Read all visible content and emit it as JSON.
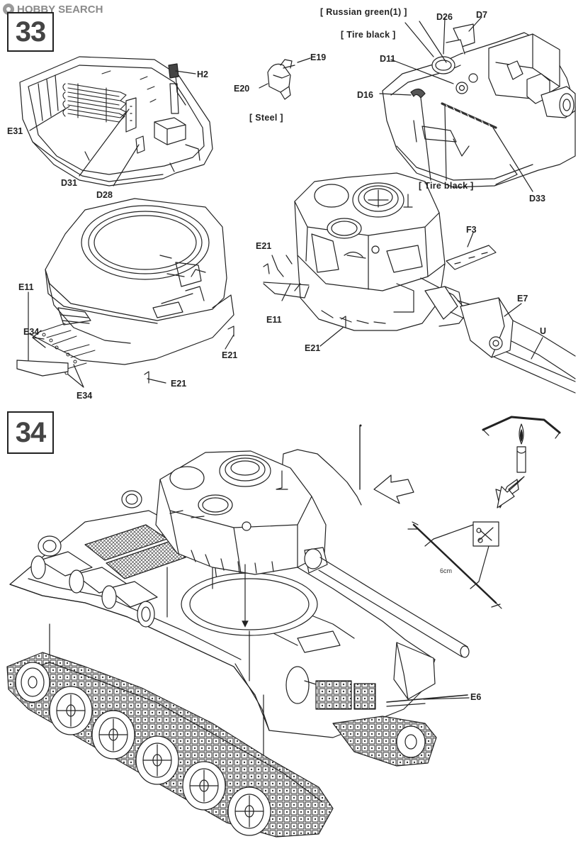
{
  "watermark": {
    "brand": "HOBBY SEARCH",
    "icon": "hobby-search-logo-icon"
  },
  "steps": {
    "step33": "33",
    "step34": "34"
  },
  "notes": {
    "russian_green": "[ Russian green(1) ]",
    "tire_black_top": "[ Tire black ]",
    "tire_black_bottom": "[ Tire black ]",
    "steel": "[ Steel ]"
  },
  "parts": {
    "H2": "H2",
    "E31": "E31",
    "D31": "D31",
    "D28": "D28",
    "E19": "E19",
    "E20": "E20",
    "D26": "D26",
    "D7": "D7",
    "D11": "D11",
    "D16": "D16",
    "D33": "D33",
    "E11_left": "E11",
    "E34_a": "E34",
    "E34_b": "E34",
    "E21_a": "E21",
    "E21_b": "E21",
    "E21_c": "E21",
    "E11_right": "E11",
    "E21_d": "E21",
    "F3": "F3",
    "E7": "E7",
    "U": "U",
    "E6": "E6"
  },
  "measure": {
    "length": "6cm"
  },
  "colors": {
    "line": "#222222",
    "fill": "#ffffff",
    "shade": "#cfcfcf",
    "dark": "#555555"
  }
}
